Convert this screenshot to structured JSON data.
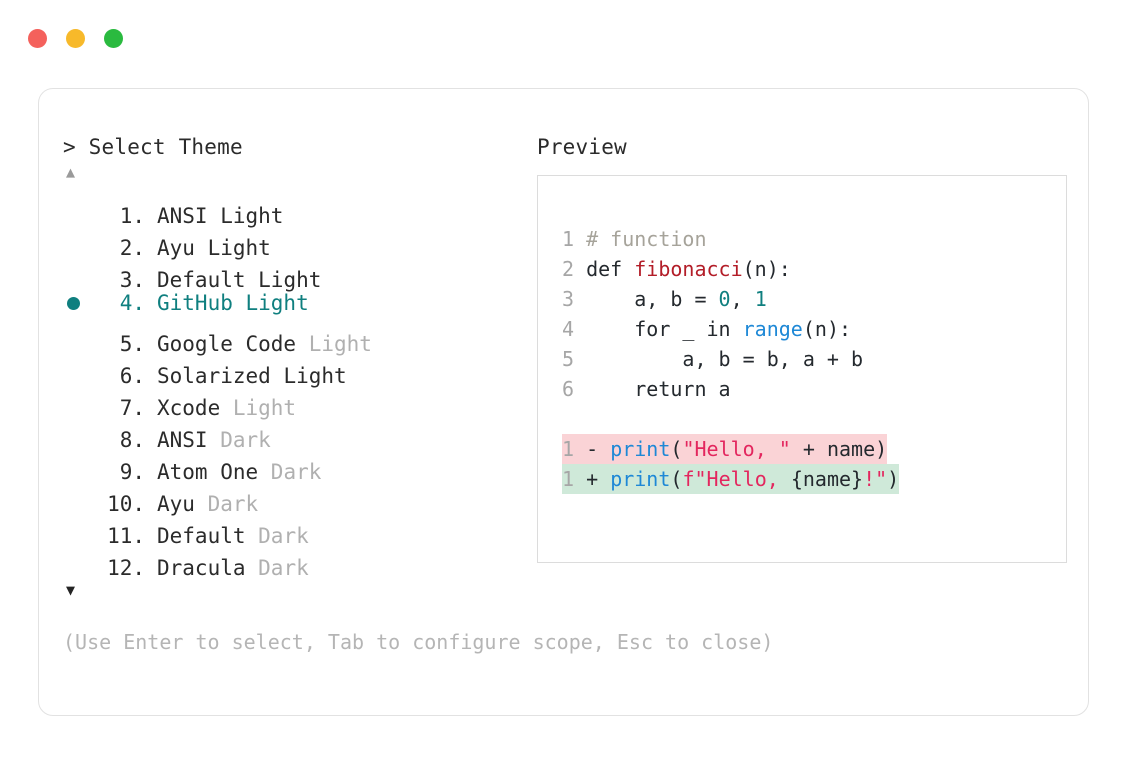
{
  "window": {
    "traffic_lights": [
      {
        "name": "close",
        "color": "#f4615c"
      },
      {
        "name": "minimize",
        "color": "#f7b92a"
      },
      {
        "name": "maximize",
        "color": "#2aba3f"
      }
    ]
  },
  "left": {
    "heading": "> Select Theme",
    "scroll_up_icon": "▲",
    "scroll_down_icon": "▼",
    "hint": "(Use Enter to select, Tab to configure scope, Esc to close)",
    "selected_index": 4,
    "accent_color": "#0f7f7f",
    "muted_color": "#b0b0b0",
    "items": [
      {
        "index": " 1.",
        "name": "ANSI",
        "variant": " Light",
        "variant_muted": false,
        "selected": false
      },
      {
        "index": " 2.",
        "name": "Ayu",
        "variant": " Light",
        "variant_muted": false,
        "selected": false
      },
      {
        "index": " 3.",
        "name": "Default",
        "variant": " Light",
        "variant_muted": false,
        "selected": false
      },
      {
        "index": " 4.",
        "name": "GitHub",
        "variant": " Light",
        "variant_muted": false,
        "selected": true
      },
      {
        "index": " 5.",
        "name": "Google Code",
        "variant": " Light",
        "variant_muted": true,
        "selected": false
      },
      {
        "index": " 6.",
        "name": "Solarized",
        "variant": " Light",
        "variant_muted": false,
        "selected": false
      },
      {
        "index": " 7.",
        "name": "Xcode",
        "variant": " Light",
        "variant_muted": true,
        "selected": false
      },
      {
        "index": " 8.",
        "name": "ANSI",
        "variant": " Dark",
        "variant_muted": true,
        "selected": false
      },
      {
        "index": " 9.",
        "name": "Atom One",
        "variant": " Dark",
        "variant_muted": true,
        "selected": false
      },
      {
        "index": "10.",
        "name": "Ayu",
        "variant": " Dark",
        "variant_muted": true,
        "selected": false
      },
      {
        "index": "11.",
        "name": "Default",
        "variant": " Dark",
        "variant_muted": true,
        "selected": false
      },
      {
        "index": "12.",
        "name": "Dracula",
        "variant": " Dark",
        "variant_muted": true,
        "selected": false
      }
    ]
  },
  "right": {
    "heading": "Preview",
    "code_lines": [
      {
        "gutter": "1 ",
        "tokens": [
          {
            "t": "# function",
            "c": "comment"
          }
        ]
      },
      {
        "gutter": "2 ",
        "tokens": [
          {
            "t": "def ",
            "c": "kw"
          },
          {
            "t": "fibonacci",
            "c": "func"
          },
          {
            "t": "(n):",
            "c": "plain"
          }
        ]
      },
      {
        "gutter": "3 ",
        "tokens": [
          {
            "t": "    a, b = ",
            "c": "plain"
          },
          {
            "t": "0",
            "c": "num"
          },
          {
            "t": ", ",
            "c": "plain"
          },
          {
            "t": "1",
            "c": "num"
          }
        ]
      },
      {
        "gutter": "4 ",
        "tokens": [
          {
            "t": "    for _ in ",
            "c": "plain"
          },
          {
            "t": "range",
            "c": "builtin"
          },
          {
            "t": "(n):",
            "c": "plain"
          }
        ]
      },
      {
        "gutter": "5 ",
        "tokens": [
          {
            "t": "        a, b = b, a + b",
            "c": "plain"
          }
        ]
      },
      {
        "gutter": "6 ",
        "tokens": [
          {
            "t": "    return a",
            "c": "plain"
          }
        ]
      }
    ],
    "diff_lines": [
      {
        "kind": "deletion",
        "background": "#fad3d6",
        "gutter": "1 ",
        "marker": "- ",
        "tokens": [
          {
            "t": "print",
            "c": "call"
          },
          {
            "t": "(",
            "c": "plain"
          },
          {
            "t": "\"Hello, \"",
            "c": "str"
          },
          {
            "t": " + name)",
            "c": "plain"
          }
        ]
      },
      {
        "kind": "addition",
        "background": "#cfe9d9",
        "gutter": "1 ",
        "marker": "+ ",
        "tokens": [
          {
            "t": "print",
            "c": "call"
          },
          {
            "t": "(",
            "c": "plain"
          },
          {
            "t": "f\"Hello, ",
            "c": "str"
          },
          {
            "t": "{name}",
            "c": "plain"
          },
          {
            "t": "!\"",
            "c": "str"
          },
          {
            "t": ")",
            "c": "plain"
          }
        ]
      }
    ]
  }
}
